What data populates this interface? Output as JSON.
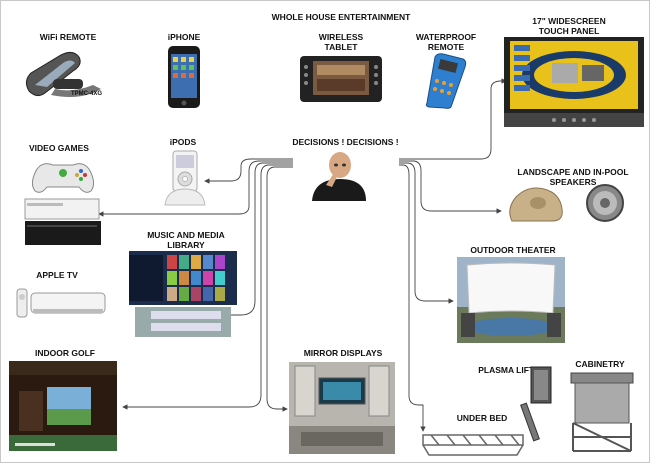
{
  "title": "WHOLE HOUSE ENTERTAINMENT",
  "center_label": "DECISIONS ! DECISIONS !",
  "labels": {
    "wifi_remote": "WiFi REMOTE",
    "model": "TPMC-4XG",
    "iphone": "iPHONE",
    "wireless_tablet_1": "WIRELESS",
    "wireless_tablet_2": "TABLET",
    "waterproof_1": "WATERPROOF",
    "waterproof_2": "REMOTE",
    "touch_panel_1": "17\" WIDESCREEN",
    "touch_panel_2": "TOUCH PANEL",
    "video_games": "VIDEO GAMES",
    "ipods": "iPODS",
    "landscape_1": "LANDSCAPE AND IN-POOL",
    "landscape_2": "SPEAKERS",
    "music_1": "MUSIC AND MEDIA",
    "music_2": "LIBRARY",
    "apple_tv": "APPLE TV",
    "outdoor_theater": "OUTDOOR THEATER",
    "indoor_golf": "INDOOR GOLF",
    "mirror_displays": "MIRROR DISPLAYS",
    "plasma_lifts": "PLASMA LIFTS",
    "cabinetry": "CABINETRY",
    "under_bed": "UNDER BED"
  },
  "colors": {
    "line": "#444444",
    "panel_yellow": "#e8c21a",
    "remote_blue": "#2e7fd0",
    "sky": "#9fb4c8",
    "pool": "#4a78a6"
  }
}
